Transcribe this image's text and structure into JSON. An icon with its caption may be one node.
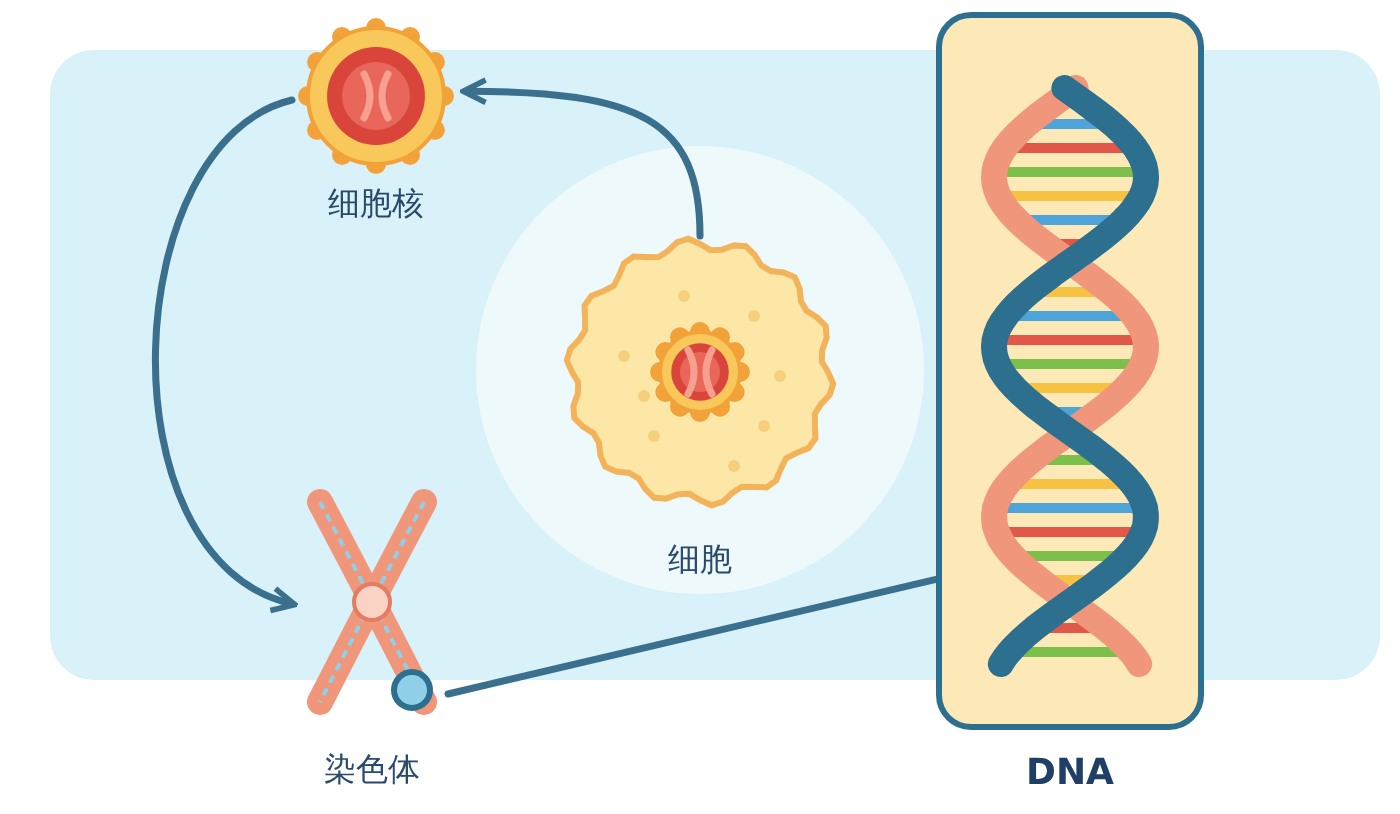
{
  "diagram": {
    "nodes": [
      {
        "text": [
          "细胞核"
        ]
      },
      {
        "text": [
          "细胞"
        ]
      },
      {
        "text": [
          "染色体"
        ]
      },
      {
        "text": [
          "DNA"
        ]
      }
    ],
    "edges": [
      {
        "from": 1,
        "to": 0,
        "arrow": "to"
      },
      {
        "from": 0,
        "to": 2,
        "arrow": "to"
      },
      {
        "from": 2,
        "to": 3,
        "arrow": "none"
      }
    ]
  }
}
